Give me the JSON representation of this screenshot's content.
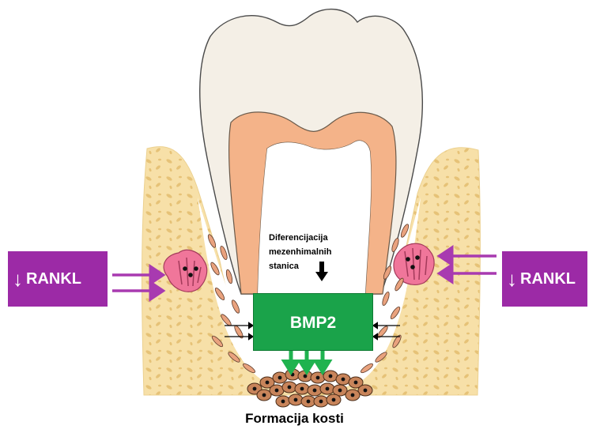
{
  "labels": {
    "rankl_left": "RANKL",
    "rankl_right": "RANKL",
    "differentiation_line1": "Diferencijacija",
    "differentiation_line2": "mezenhimalnih",
    "differentiation_line3": "stanica",
    "bmp2": "BMP2",
    "caption": "Formacija kosti"
  },
  "colors": {
    "enamel": "#f4efe6",
    "dentin": "#f4b389",
    "bone": "#f7e0a8",
    "trabecula": "#e2bd6e",
    "rankl_box": "#9c2aa6",
    "osteoclast": "#f0769a",
    "bmp2_box": "#1aa34a",
    "osteoblast": "#c8845a"
  },
  "icons": {
    "down_arrow": "↓"
  }
}
